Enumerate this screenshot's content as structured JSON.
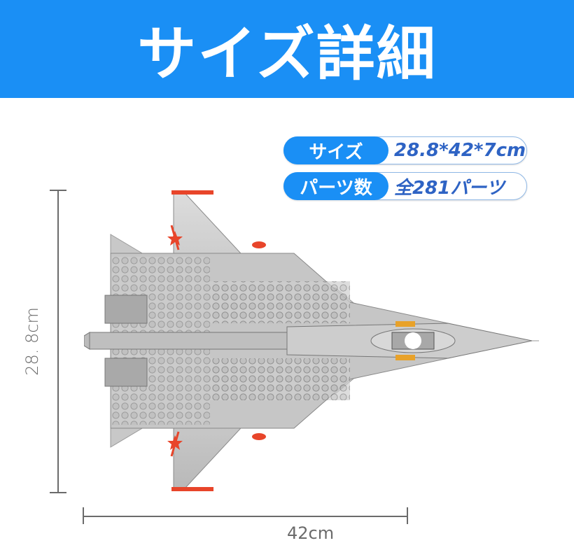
{
  "banner": {
    "title": "サイズ詳細",
    "background_color": "#1a8ff5",
    "text_color": "#ffffff"
  },
  "specs": [
    {
      "label": "サイズ",
      "value": "28.8*42*7cm"
    },
    {
      "label": "パーツ数",
      "value": "全281パーツ"
    }
  ],
  "dimensions": {
    "height_label": "28. 8cm",
    "width_label": "42cm",
    "line_color": "#6b6b6b"
  },
  "product_image": {
    "subject": "fighter-jet-brick-model-top-view",
    "markings": [
      "red star roundel",
      "red star roundel",
      "orange tail numbers"
    ]
  },
  "colors": {
    "accent_blue": "#1a8ff5",
    "value_text_blue": "#2e63c4",
    "jet_gray": "#c9c9c9",
    "marking_red": "#e8452a"
  }
}
